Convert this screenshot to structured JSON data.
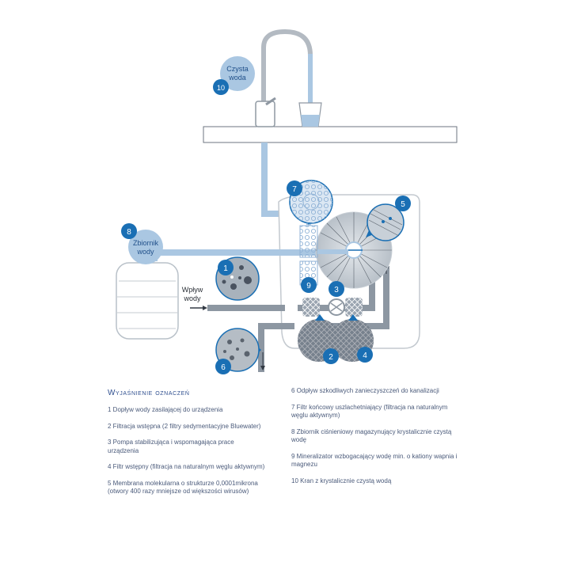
{
  "labels": {
    "clean_water": [
      "Czysta",
      "woda"
    ],
    "tank": [
      "Zbiornik",
      "wody"
    ],
    "inflow": [
      "Wpływ",
      "wody"
    ]
  },
  "markers": [
    "1",
    "2",
    "3",
    "4",
    "5",
    "6",
    "7",
    "8",
    "9",
    "10"
  ],
  "legend": {
    "title": "Wyjaśnienie oznaczeń",
    "left": [
      "1 Dopływ wody zasilającej do urządzenia",
      "2 Filtracja wstępna (2 filtry sedymentacyjne Bluewater)",
      "3 Pompa stabilizująca i wspomagająca prace urządzenia",
      "4 Filtr wstępny (filtracja na naturalnym węglu aktywnym)",
      "5 Membrana molekularna o strukturze 0,0001mikrona (otwory 400 razy mniejsze od większości wirusów)"
    ],
    "right": [
      "6 Odpływ szkodliwych zanieczyszczeń do kanalizacji",
      "7 Filtr końcowy uszlachetniający (filtracja na naturalnym węglu aktywnym)",
      "8 Zbiornik ciśnieniowy magazynujący krystalicznie czystą wodę",
      "9 Mineralizator wzbogacający wodę min. o kationy wapnia i magnezu",
      "10 Kran z krystalicznie czystą wodą"
    ]
  },
  "colors": {
    "accent": "#1a6fb4",
    "pipe_light": "#aac7e2",
    "pipe_gray": "#8d97a2",
    "outline": "#9aa3ad"
  }
}
